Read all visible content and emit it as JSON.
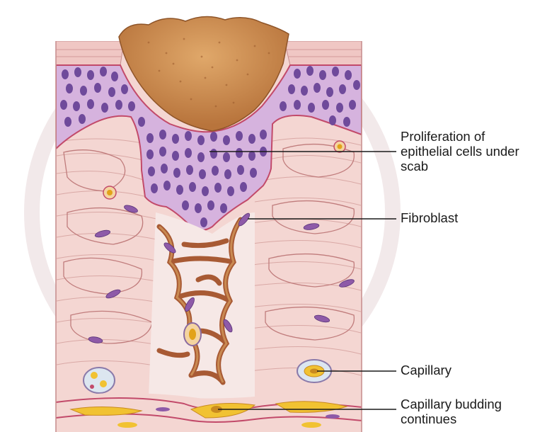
{
  "labels": {
    "proliferation_line1": "Proliferation of",
    "proliferation_line2": "epithelial cells under",
    "proliferation_line3": "scab",
    "fibroblast": "Fibroblast",
    "capillary": "Capillary",
    "capillary_budding_line1": "Capillary budding",
    "capillary_budding_line2": "continues"
  },
  "colors": {
    "dermis": "#f4d6d2",
    "dermis_line": "#c88a8a",
    "scab": "#c98a52",
    "epithelium": "#cfa8d8",
    "epithelial_nucleus": "#6f4a9b",
    "granulation": "#b06a3a",
    "capillary_fill": "#f1c232",
    "leader_line": "#1a1a1a"
  }
}
